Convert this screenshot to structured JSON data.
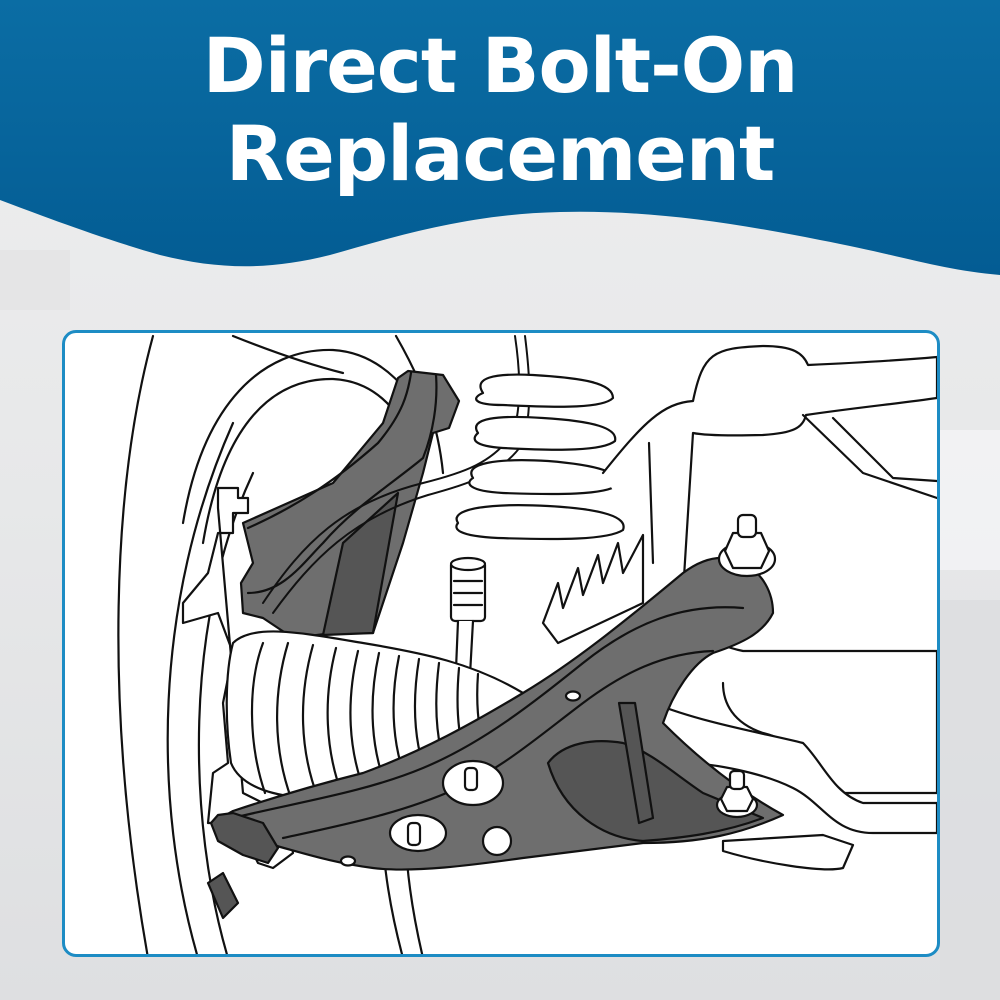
{
  "headline": {
    "line1": "Direct Bolt-On",
    "line2": "Replacement"
  },
  "colors": {
    "banner_top": "#0b6da4",
    "banner_bottom": "#035c93",
    "panel_border": "#1d8cc4",
    "part_fill": "#6e6e6e",
    "part_shadow": "#555555",
    "background": "#e6e7e8"
  },
  "illustration": {
    "subject": "lower-control-arm-installed",
    "parts": [
      "wheel-rim",
      "brake-rotor",
      "knuckle",
      "cv-axle-boot",
      "coil-spring",
      "sway-bar-link",
      "subframe",
      "lower-control-arm",
      "mounting-bolts"
    ]
  }
}
